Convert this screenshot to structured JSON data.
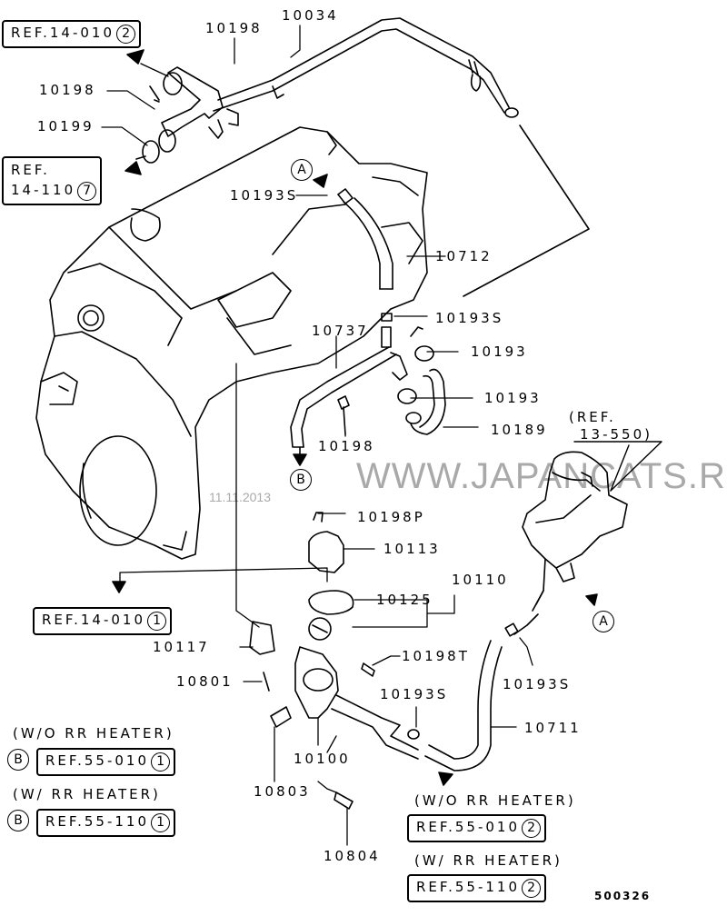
{
  "diagram": {
    "drawing_code": "500326",
    "watermark": {
      "text": "WWW.JAPANCATS.RU",
      "date": "11.11.2013"
    },
    "part_labels": [
      {
        "id": "p10034",
        "text": "10034"
      },
      {
        "id": "p10198a",
        "text": "10198"
      },
      {
        "id": "p10198b",
        "text": "10198"
      },
      {
        "id": "p10199",
        "text": "10199"
      },
      {
        "id": "p10193s_a",
        "text": "10193S"
      },
      {
        "id": "p10712",
        "text": "10712"
      },
      {
        "id": "p10193s_b",
        "text": "10193S"
      },
      {
        "id": "p10737",
        "text": "10737"
      },
      {
        "id": "p10193a",
        "text": "10193"
      },
      {
        "id": "p10193b",
        "text": "10193"
      },
      {
        "id": "p10189",
        "text": "10189"
      },
      {
        "id": "p10198c",
        "text": "10198"
      },
      {
        "id": "p10198p",
        "text": "10198P"
      },
      {
        "id": "p10113",
        "text": "10113"
      },
      {
        "id": "p10110",
        "text": "10110"
      },
      {
        "id": "p10125",
        "text": "10125"
      },
      {
        "id": "p10117",
        "text": "10117"
      },
      {
        "id": "p10198t",
        "text": "10198T"
      },
      {
        "id": "p10801",
        "text": "10801"
      },
      {
        "id": "p10193s_c",
        "text": "10193S"
      },
      {
        "id": "p10193s_d",
        "text": "10193S"
      },
      {
        "id": "p10711",
        "text": "10711"
      },
      {
        "id": "p10100",
        "text": "10100"
      },
      {
        "id": "p10803",
        "text": "10803"
      },
      {
        "id": "p10804",
        "text": "10804"
      }
    ],
    "references": {
      "ref_14_010_2": {
        "text": "REF.14-010",
        "num": "2"
      },
      "ref_14_110_7": {
        "line1": "REF.",
        "line2": "14-110",
        "num": "7"
      },
      "ref_14_010_1": {
        "text": "REF.14-010",
        "num": "1"
      },
      "ref_13_550": {
        "line1": "(REF.",
        "line2": "13-550)"
      },
      "left_wo": {
        "note": "(W/O RR HEATER)",
        "callout": "B",
        "text": "REF.55-010",
        "num": "1"
      },
      "left_w": {
        "note": "(W/ RR HEATER)",
        "callout": "B",
        "text": "REF.55-110",
        "num": "1"
      },
      "right_wo": {
        "note": "(W/O RR HEATER)",
        "text": "REF.55-010",
        "num": "2"
      },
      "right_w": {
        "note": "(W/ RR HEATER)",
        "text": "REF.55-110",
        "num": "2"
      }
    },
    "callouts": {
      "a_top": "A",
      "b_mid": "B",
      "a_right": "A"
    }
  }
}
